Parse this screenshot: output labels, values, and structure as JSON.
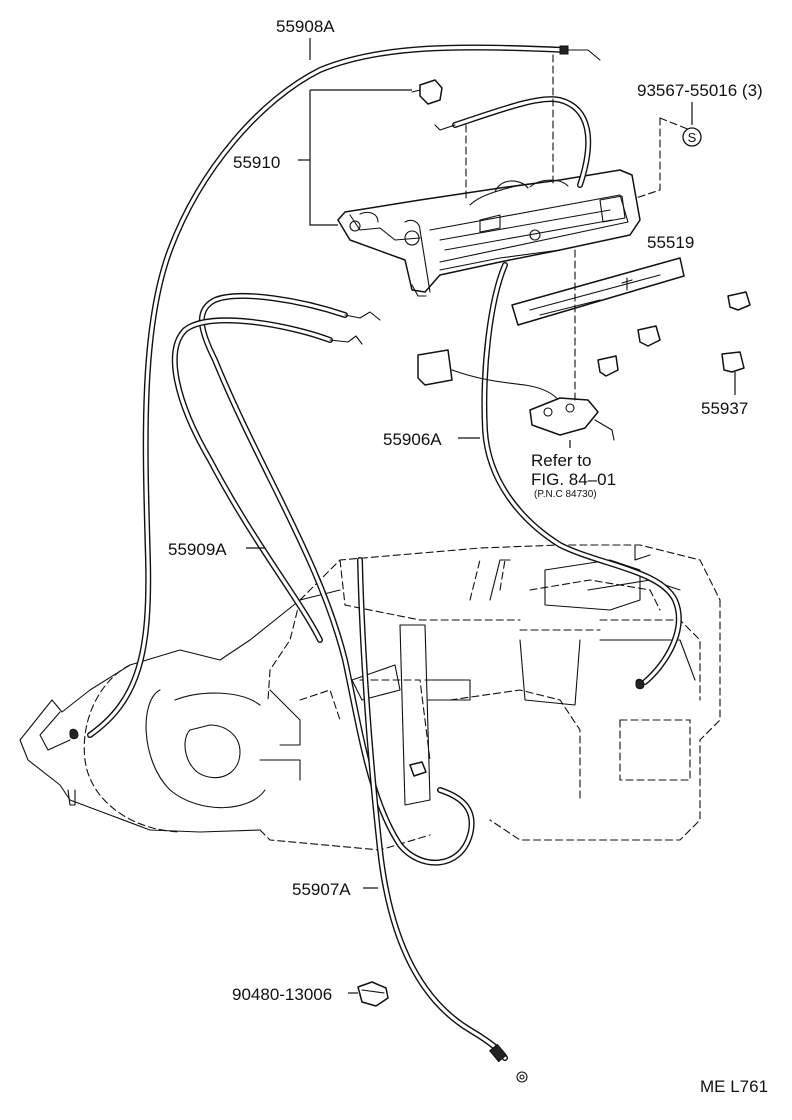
{
  "labels": {
    "p55908A": "55908A",
    "p93567": "93567-55016 (3)",
    "p55910": "55910",
    "p55519": "55519",
    "p55937": "55937",
    "p55906A": "55906A",
    "refer1": "Refer to",
    "refer2": "FIG. 84–01",
    "refer3": "(P.N.C 84730)",
    "p55909A": "55909A",
    "p55907A": "55907A",
    "p90480": "90480-13006",
    "drawing_code": "ME L761"
  },
  "symbols": {
    "screw_marker": "S"
  }
}
